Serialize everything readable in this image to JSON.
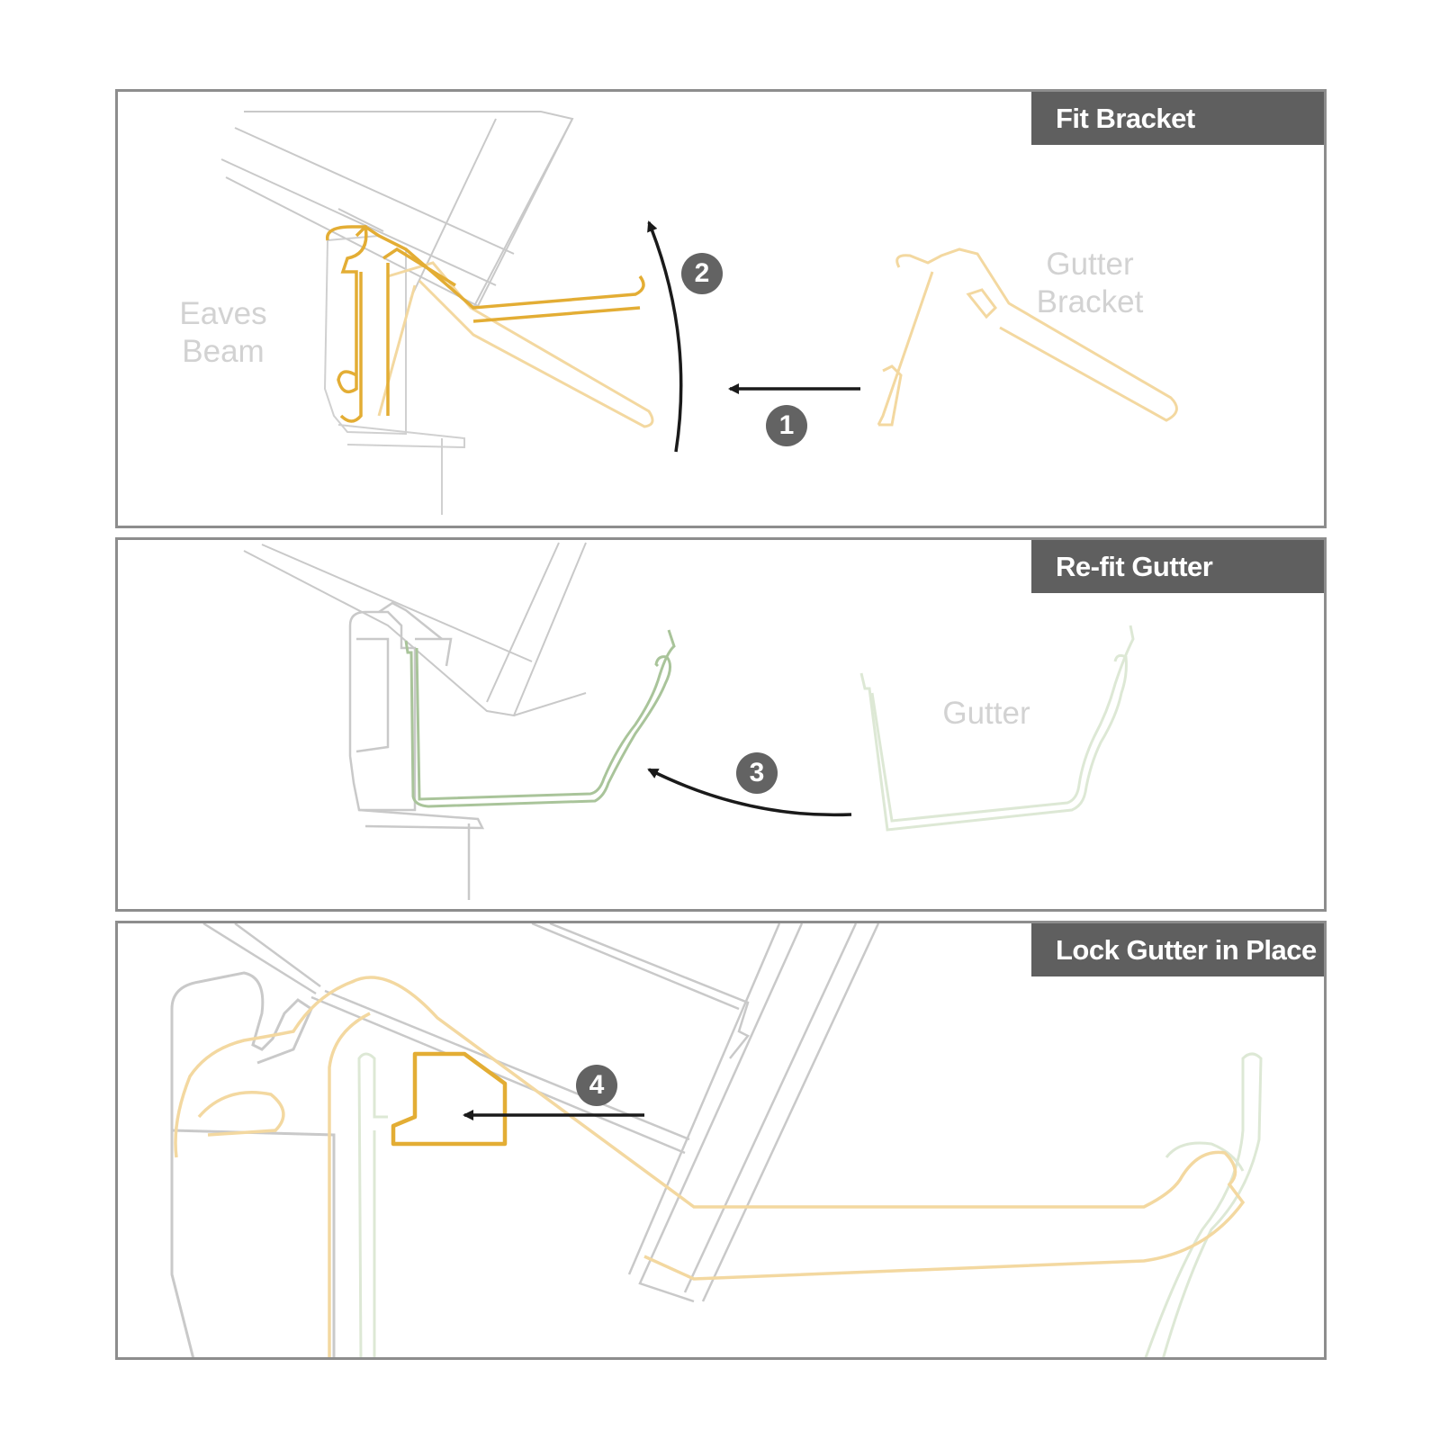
{
  "panels": [
    {
      "title": "Fit Bracket",
      "labels": {
        "eaves_beam": [
          "Eaves",
          "Beam"
        ],
        "gutter_bracket": [
          "Gutter",
          "Bracket"
        ]
      },
      "steps": [
        "1",
        "2"
      ]
    },
    {
      "title": "Re-fit Gutter",
      "labels": {
        "gutter": "Gutter"
      },
      "steps": [
        "3"
      ]
    },
    {
      "title": "Lock Gutter in Place",
      "steps": [
        "4"
      ]
    }
  ],
  "colors": {
    "frame": "#8d8d8d",
    "tab_bg": "#5f5f5f",
    "bracket": "#e3ad34",
    "bracket_faint": "#f3d8a0",
    "gutter": "#a9c49a",
    "gutter_faint": "#dde8d5",
    "structure": "#c9c9c9",
    "arrow": "#1a1a1a",
    "step_badge": "#636363"
  }
}
